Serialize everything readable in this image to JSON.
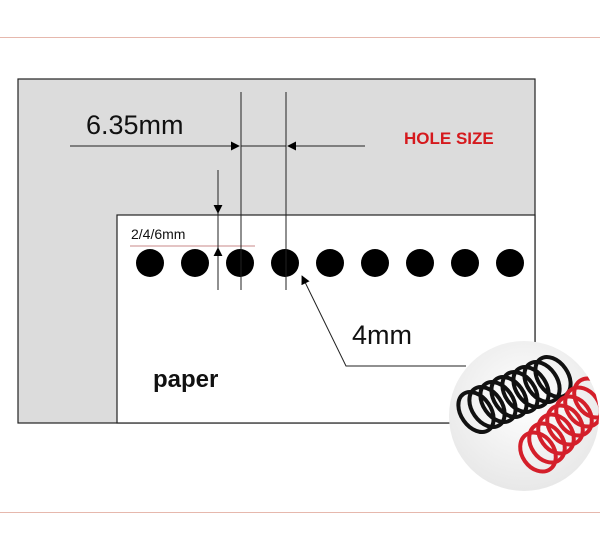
{
  "labels": {
    "pitch": "6.35mm",
    "margin": "2/4/6mm",
    "hole_size_title": "HOLE SIZE",
    "hole_diameter": "4mm",
    "paper": "paper"
  },
  "colors": {
    "gray_sheet": "#dcdcdc",
    "paper": "#ffffff",
    "hole": "#000000",
    "title_red": "#d5191d",
    "rule": "#e6b8ad",
    "coil_black": "#111111",
    "coil_red": "#d41f2a"
  },
  "hole_count": 9,
  "icons": {
    "coil_image": "spiral-binding-coil-icon"
  }
}
